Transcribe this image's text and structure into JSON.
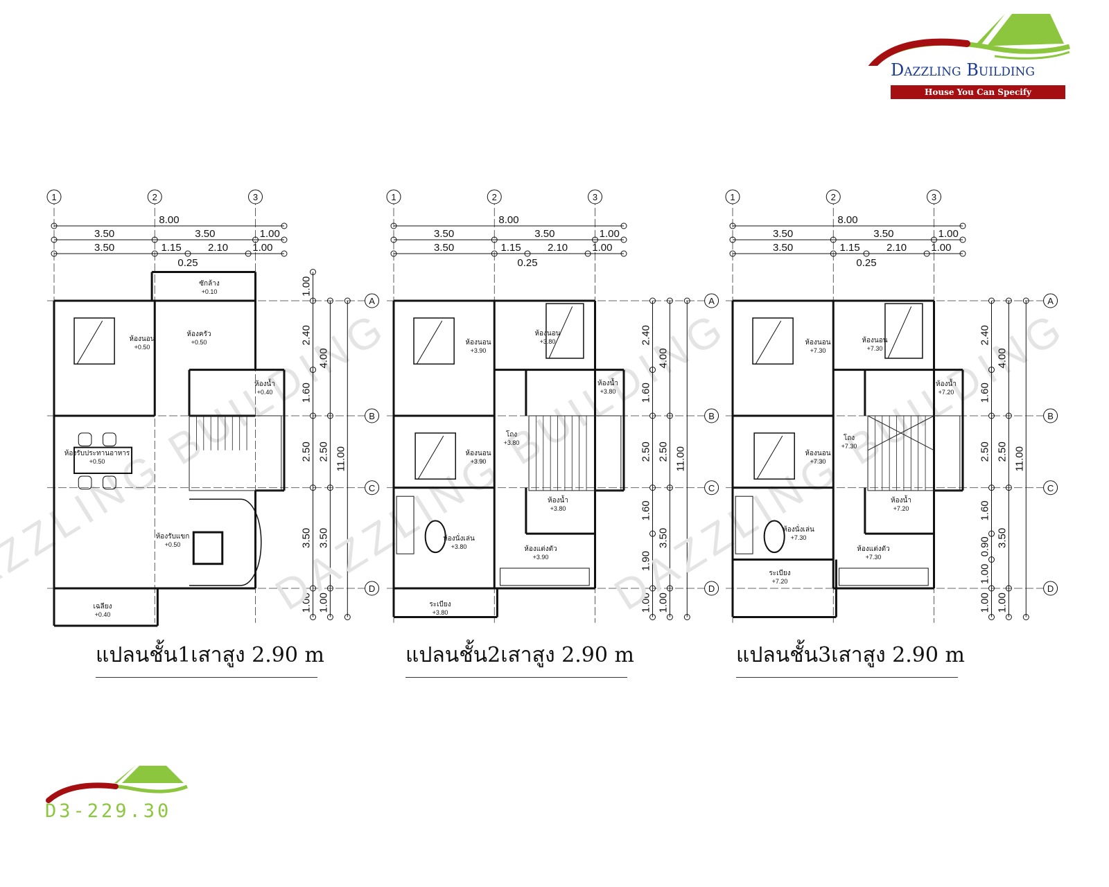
{
  "logo": {
    "brand": "Dazzling Building",
    "tagline": "House You Can Specify",
    "colors": {
      "green": "#8cc63f",
      "red": "#a50f12",
      "blue": "#1a3a8f"
    }
  },
  "watermark": "DAZZLING BUILDING",
  "plan_code": "D3-229.30",
  "grid": {
    "columns": [
      "1",
      "2",
      "3"
    ],
    "rows": [
      "A",
      "B",
      "C",
      "D"
    ]
  },
  "top_dimensions": {
    "row1": [
      "8.00"
    ],
    "row2": [
      "3.50",
      "3.50",
      "1.00"
    ],
    "row3": [
      "3.50",
      "1.15",
      "2.10",
      "1.00"
    ],
    "row4": [
      "0.25"
    ]
  },
  "floors": [
    {
      "title": "แปลนชั้น1เสาสูง 2.90 m",
      "dims_col1": [
        "1.00",
        "2.40",
        "1.60",
        "2.50",
        "3.50",
        "1.00"
      ],
      "dims_col2": [
        "4.00",
        "2.50",
        "3.50",
        "1.00"
      ],
      "dims_col3": [
        "11.00"
      ],
      "rooms": [
        {
          "name": "ห้องนอน",
          "level": "+0.50"
        },
        {
          "name": "ห้องครัว",
          "level": "+0.50"
        },
        {
          "name": "ซักล้าง",
          "level": "+0.10"
        },
        {
          "name": "ห้องน้ำ",
          "level": "+0.40"
        },
        {
          "name": "ห้องรับประทานอาหาร",
          "level": "+0.50"
        },
        {
          "name": "ห้องรับแขก",
          "level": "+0.50"
        },
        {
          "name": "เฉลียง",
          "level": "+0.40"
        }
      ]
    },
    {
      "title": "แปลนชั้น2เสาสูง 2.90 m",
      "dims_col1": [
        "2.40",
        "1.60",
        "2.50",
        "1.60",
        "1.90",
        "1.00"
      ],
      "dims_col2": [
        "4.00",
        "2.50",
        "3.50",
        "1.00"
      ],
      "dims_col3": [
        "11.00"
      ],
      "rooms": [
        {
          "name": "ห้องนอน",
          "level": "+3.90"
        },
        {
          "name": "ห้องนอน",
          "level": "+3.80"
        },
        {
          "name": "ห้องน้ำ",
          "level": "+3.80"
        },
        {
          "name": "โถง",
          "level": "+3.80"
        },
        {
          "name": "ห้องนอน",
          "level": "+3.90"
        },
        {
          "name": "ห้องน้ำ",
          "level": "+3.80"
        },
        {
          "name": "ห้องนั่งเล่น",
          "level": "+3.80"
        },
        {
          "name": "ห้องแต่งตัว",
          "level": "+3.90"
        },
        {
          "name": "ระเบียง",
          "level": "+3.80"
        }
      ]
    },
    {
      "title": "แปลนชั้น3เสาสูง 2.90 m",
      "dims_col1": [
        "2.40",
        "1.60",
        "2.50",
        "1.60",
        "0.90",
        "1.00",
        "1.00"
      ],
      "dims_col2": [
        "4.00",
        "2.50",
        "3.50",
        "1.00"
      ],
      "dims_col3": [
        "11.00"
      ],
      "rooms": [
        {
          "name": "ห้องนอน",
          "level": "+7.30"
        },
        {
          "name": "ห้องนอน",
          "level": "+7.30"
        },
        {
          "name": "ห้องน้ำ",
          "level": "+7.20"
        },
        {
          "name": "โถง",
          "level": "+7.30"
        },
        {
          "name": "ห้องนอน",
          "level": "+7.30"
        },
        {
          "name": "ห้องน้ำ",
          "level": "+7.20"
        },
        {
          "name": "ห้องนั่งเล่น",
          "level": "+7.30"
        },
        {
          "name": "ห้องแต่งตัว",
          "level": "+7.30"
        },
        {
          "name": "ระเบียง",
          "level": "+7.20"
        }
      ]
    }
  ]
}
